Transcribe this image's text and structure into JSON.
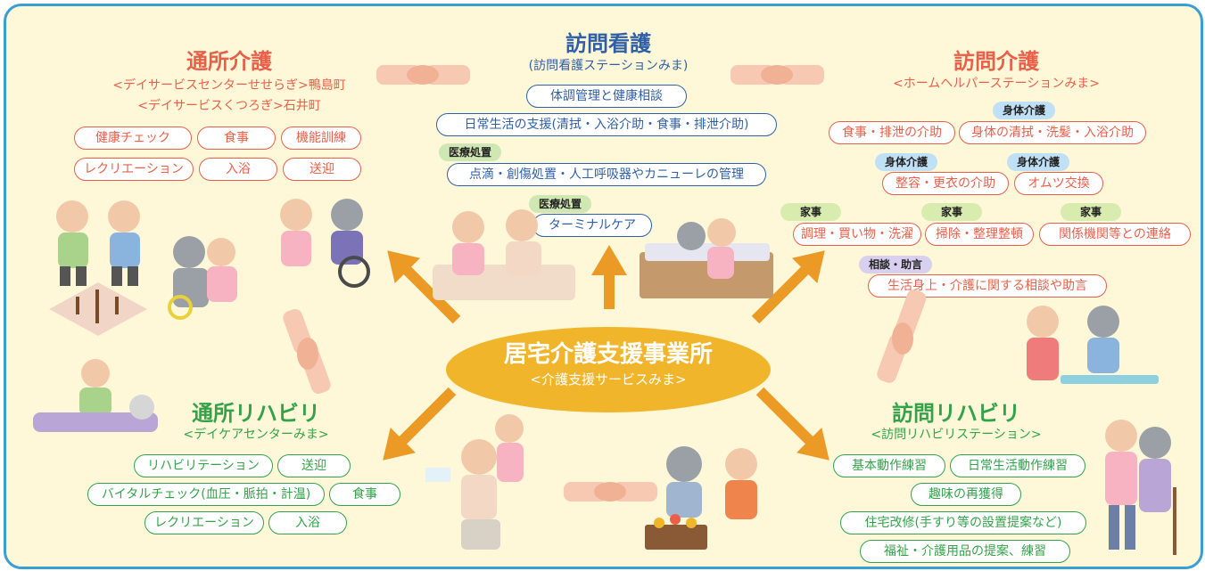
{
  "center": {
    "title": "居宅介護支援事業所",
    "subtitle": "<介護支援サービスみま>"
  },
  "tsusho_kaigo": {
    "title": "通所介護",
    "facility1": "<デイサービスセンターせせらぎ>鴨島町",
    "facility2": "<デイサービスくつろぎ>石井町",
    "services": [
      "健康チェック",
      "食事",
      "機能訓練",
      "レクリエーション",
      "入浴",
      "送迎"
    ]
  },
  "houmon_kango": {
    "title": "訪問看護",
    "facility": "(訪問看護ステーションみま)",
    "services": [
      "体調管理と健康相談",
      "日常生活の支援(清拭・入浴介助・食事・排泄介助)",
      "点滴・創傷処置・人工呼吸器やカニューレの管理",
      "ターミナルケア"
    ],
    "tag_label": "医療処置"
  },
  "houmon_kaigo": {
    "title": "訪問介護",
    "facility": "<ホームヘルパーステーションみま>",
    "body_tag": "身体介護",
    "house_tag": "家事",
    "consult_tag": "相談・助言",
    "services": [
      "食事・排泄の介助",
      "身体の清拭・洗髪・入浴介助",
      "整容・更衣の介助",
      "オムツ交換",
      "調理・買い物・洗濯",
      "掃除・整理整頓",
      "関係機関等との連絡",
      "生活身上・介護に関する相談や助言"
    ]
  },
  "tsusho_rehab": {
    "title": "通所リハビリ",
    "facility": "<デイケアセンターみま>",
    "services": [
      "リハビリテーション",
      "送迎",
      "バイタルチェック(血圧・脈拍・計温)",
      "食事",
      "レクリエーション",
      "入浴"
    ]
  },
  "houmon_rehab": {
    "title": "訪問リハビリ",
    "facility": "<訪問リハビリステーション>",
    "services": [
      "基本動作練習",
      "日常生活動作練習",
      "趣味の再獲得",
      "住宅改修(手すり等の設置提案など)",
      "福祉・介護用品の提案、練習"
    ]
  },
  "colors": {
    "red": "#e8604a",
    "blue": "#2f5fa7",
    "green": "#34a24a",
    "arrow": "#eb9a25",
    "center": "#f0b52a"
  }
}
